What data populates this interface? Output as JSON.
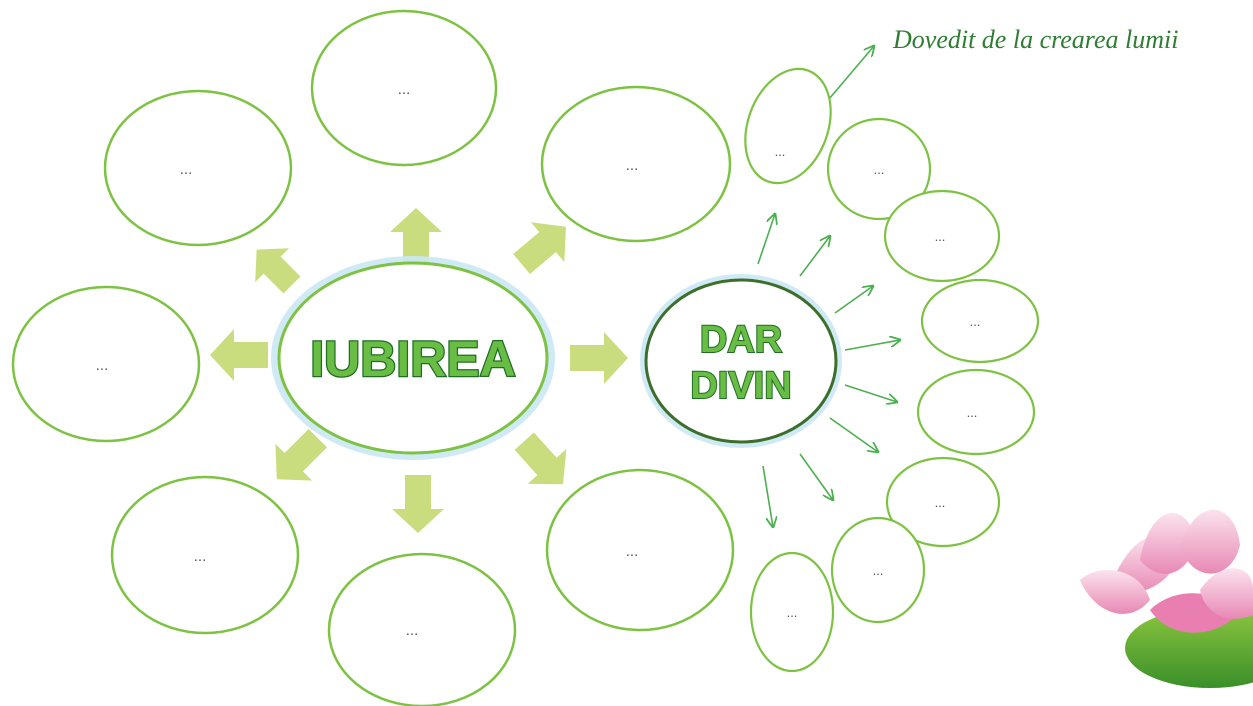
{
  "center": {
    "label": "IUBIREA"
  },
  "secondary": {
    "line1": "DAR",
    "line2": "DIVIN"
  },
  "annotation": "Dovedit de la crearea lumii",
  "placeholder": "...",
  "left_bubbles": [
    {
      "text": "..."
    },
    {
      "text": "..."
    },
    {
      "text": "..."
    },
    {
      "text": "..."
    },
    {
      "text": "..."
    },
    {
      "text": "..."
    },
    {
      "text": "..."
    },
    {
      "text": "..."
    }
  ],
  "right_bubbles": [
    {
      "text": "..."
    },
    {
      "text": "..."
    },
    {
      "text": "..."
    },
    {
      "text": "..."
    },
    {
      "text": "..."
    },
    {
      "text": "..."
    },
    {
      "text": "..."
    },
    {
      "text": "..."
    }
  ],
  "colors": {
    "bubble_stroke": "#7dc242",
    "arrow_fill": "#c9dd7f",
    "text_green": "#2a7a2a",
    "annotation": "#2e7d32",
    "halo": "#9fd6ea"
  },
  "icons": {
    "decoration": "lotus-flower-icon"
  }
}
